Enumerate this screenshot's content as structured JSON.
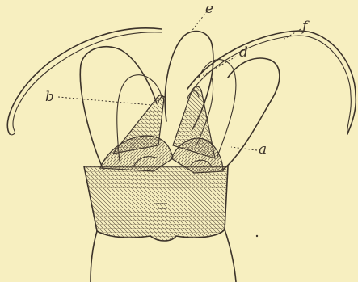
{
  "figure": {
    "labels": {
      "a": "a",
      "b": "b",
      "d": "d",
      "e": "e",
      "f": "f"
    },
    "colors": {
      "paper": "#f7efc0",
      "ink": "#3c332a"
    }
  }
}
